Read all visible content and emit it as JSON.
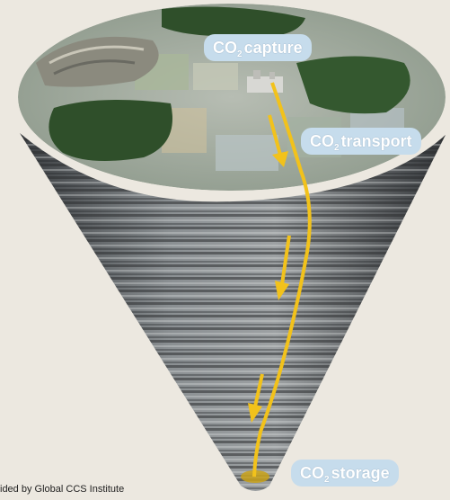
{
  "labels": {
    "capture": {
      "main": "CO",
      "sub": "2",
      "rest": "capture"
    },
    "transport": {
      "main": "CO",
      "sub": "2",
      "rest": "transport"
    },
    "storage": {
      "main": "CO",
      "sub": "2",
      "rest": "storage"
    }
  },
  "credit": "ided by Global CCS Institute",
  "colors": {
    "pipeline": "#f2c21b",
    "label_bg": "#c6dcec",
    "background": "#ece8e0",
    "forest": "#2f4f2a"
  },
  "icons": [
    "down-arrow-icon",
    "facility-icon"
  ]
}
